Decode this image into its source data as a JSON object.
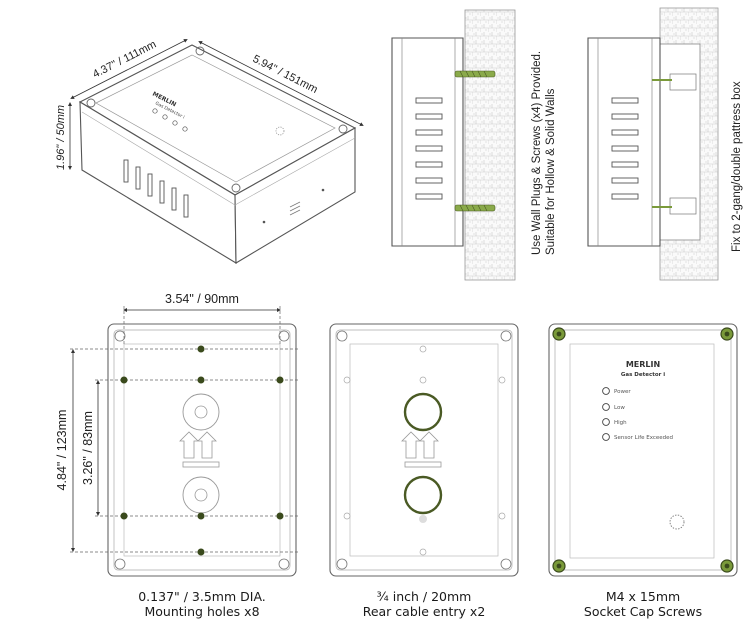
{
  "iso_view": {
    "width_label": "4.37\" / 111mm",
    "length_label": "5.94\" / 151mm",
    "height_label": "1.96\" / 50mm",
    "brand": "MERLIN",
    "model": "Gas Detector i"
  },
  "side_view_wall": {
    "note_line1": "Use Wall Plugs & Screws (x4) Provided.",
    "note_line2": "Suitable for Hollow & Solid Walls"
  },
  "side_view_pattress": {
    "note": "Fix to 2-gang/double pattress box"
  },
  "rear_view": {
    "width_dim": "3.54\" / 90mm",
    "outer_height_dim": "4.84\" / 123mm",
    "inner_height_dim": "3.26\" / 83mm",
    "caption_line1": "0.137\" / 3.5mm DIA.",
    "caption_line2": "Mounting holes x8"
  },
  "cable_view": {
    "caption_line1": "¾ inch / 20mm",
    "caption_line2": "Rear cable entry x2"
  },
  "front_view": {
    "brand": "MERLIN",
    "model": "Gas Detector i",
    "leds": [
      "Power",
      "Low",
      "High",
      "Sensor Life Exceeded"
    ],
    "caption_line1": "M4 x 15mm",
    "caption_line2": "Socket Cap Screws"
  },
  "colors": {
    "line": "#8a8a8a",
    "dark_line": "#444444",
    "hole_green": "#3a4a1c",
    "screw_green": "#7a9a3a",
    "ring_green": "#4a5a24"
  }
}
